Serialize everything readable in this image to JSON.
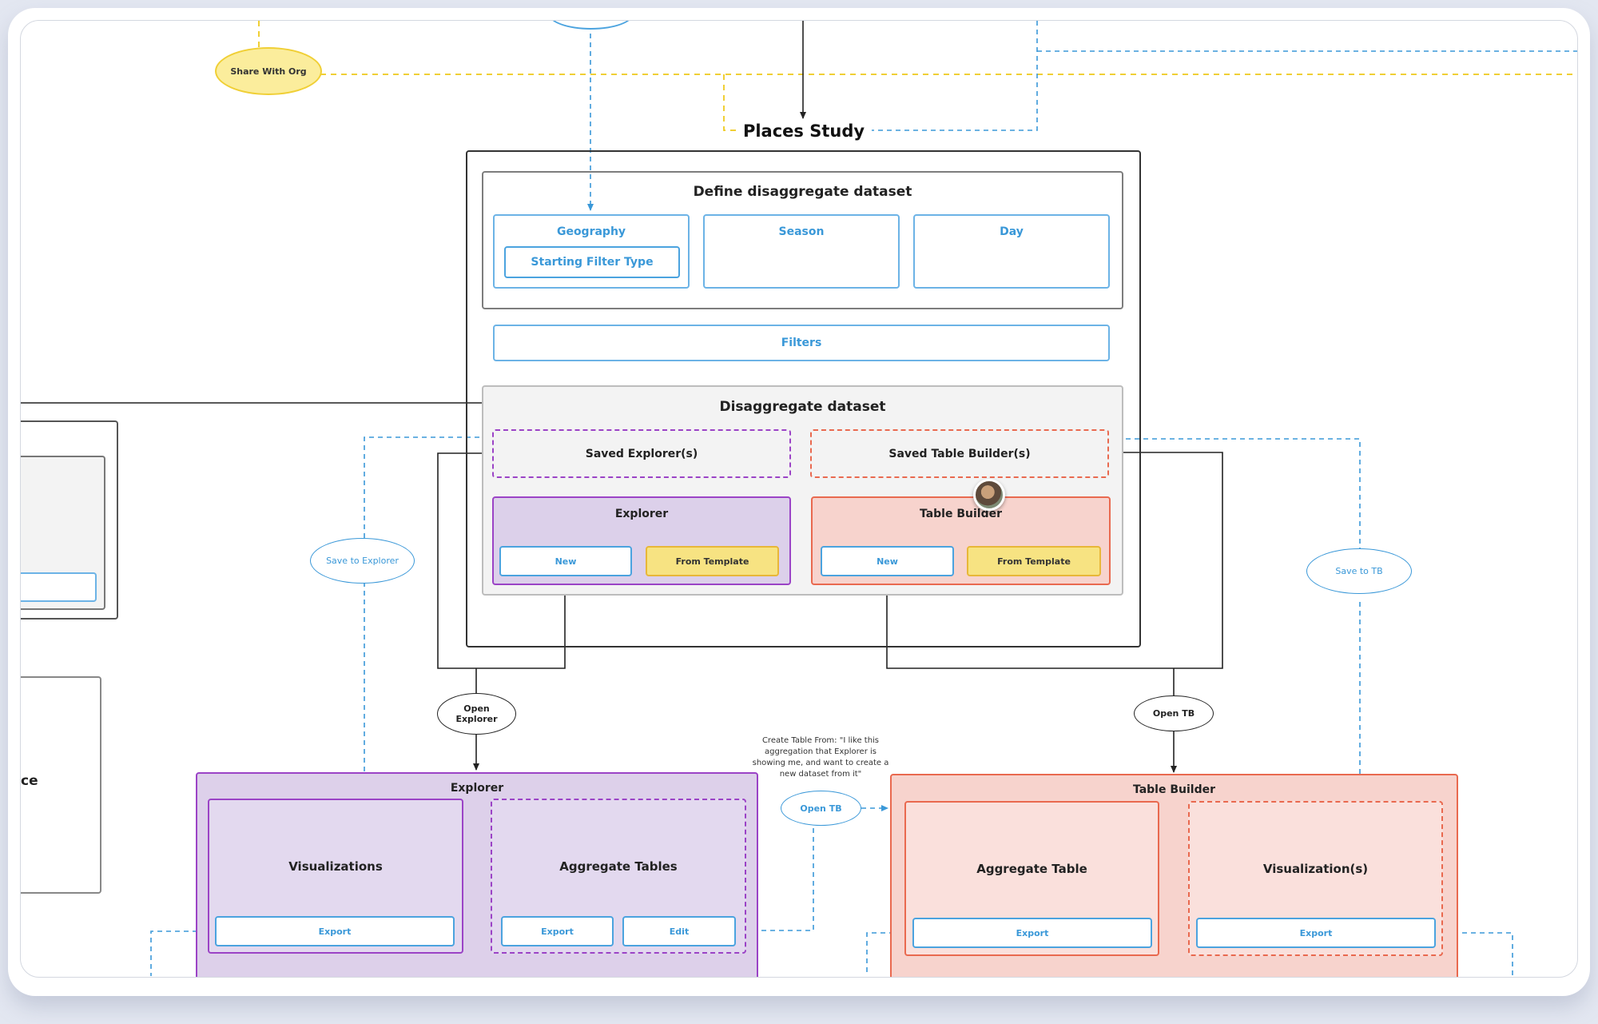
{
  "title": "Places Study",
  "share_with_org": "Share With Org",
  "define": {
    "title": "Define disaggregate dataset",
    "geography": "Geography",
    "starting_filter": "Starting Filter Type",
    "season": "Season",
    "day": "Day"
  },
  "filters": "Filters",
  "disagg": {
    "title": "Disaggregate dataset",
    "saved_explorer": "Saved Explorer(s)",
    "saved_tb": "Saved Table Builder(s)",
    "explorer": {
      "title": "Explorer",
      "new": "New",
      "from_template": "From Template"
    },
    "table_builder": {
      "title": "Table Builder",
      "new": "New",
      "from_template": "From Template"
    }
  },
  "bubbles": {
    "save_to_explorer": "Save to Explorer",
    "save_to_tb": "Save to TB",
    "open_explorer": "Open\nExplorer",
    "open_tb_right": "Open TB",
    "open_tb_mid": "Open TB"
  },
  "note": "Create Table From: \"I like this aggregation that Explorer is showing me, and want to create a new dataset from it\"",
  "left_partial_label": "ce",
  "explorer_panel": {
    "title": "Explorer",
    "visualizations": "Visualizations",
    "visualizations_export": "Export",
    "aggregate_tables": "Aggregate Tables",
    "aggregate_export": "Export",
    "aggregate_edit": "Edit"
  },
  "tb_panel": {
    "title": "Table Builder",
    "aggregate_table": "Aggregate Table",
    "aggregate_export": "Export",
    "visualizations": "Visualization(s)",
    "visualizations_export": "Export"
  },
  "colors": {
    "blue": "#3a98d8",
    "yellow": "#f0cf35",
    "purple_fill": "#ddd0ea",
    "purple_border": "#9b43c6",
    "red_fill": "#f7d3cd",
    "red_border": "#e9694f"
  }
}
